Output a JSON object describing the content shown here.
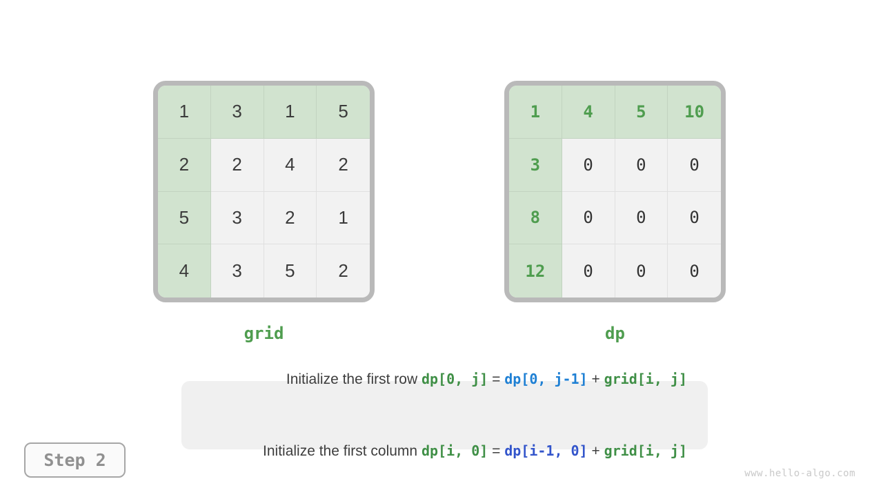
{
  "figure": {
    "step_label": "Step 2",
    "watermark": "www.hello-algo.com"
  },
  "grid_matrix": {
    "label": "grid",
    "rows": [
      [
        "1",
        "3",
        "1",
        "5"
      ],
      [
        "2",
        "2",
        "4",
        "2"
      ],
      [
        "5",
        "3",
        "2",
        "1"
      ],
      [
        "4",
        "3",
        "5",
        "2"
      ]
    ]
  },
  "dp_matrix": {
    "label": "dp",
    "rows": [
      [
        "1",
        "4",
        "5",
        "10"
      ],
      [
        "3",
        "0",
        "0",
        "0"
      ],
      [
        "8",
        "0",
        "0",
        "0"
      ],
      [
        "12",
        "0",
        "0",
        "0"
      ]
    ]
  },
  "caption": {
    "line1": {
      "prefix": "Initialize the first row ",
      "code1": "dp[0, j]",
      "eq": " = ",
      "code2": "dp[0, j-1]",
      "plus": " + ",
      "code3": "grid[i, j]"
    },
    "line2": {
      "prefix": "Initialize the first column ",
      "code1": "dp[i, 0]",
      "eq": " = ",
      "code2": "dp[i-1, 0]",
      "plus": " + ",
      "code3": "grid[i, j]"
    }
  },
  "colors": {
    "accent_green": "#4f9d4f",
    "cell_highlight_bg": "#d1e3cf",
    "cell_default_bg": "#f2f2f2",
    "frame_border": "#b9b9b9",
    "text_dark": "#3b3b3b",
    "code_green": "#3f8f46",
    "code_blue_row": "#1f80d4",
    "code_blue_column": "#3355cb",
    "caption_bg": "#f0f0f0",
    "step_text": "#909090",
    "watermark_text": "#c9c9c9"
  }
}
